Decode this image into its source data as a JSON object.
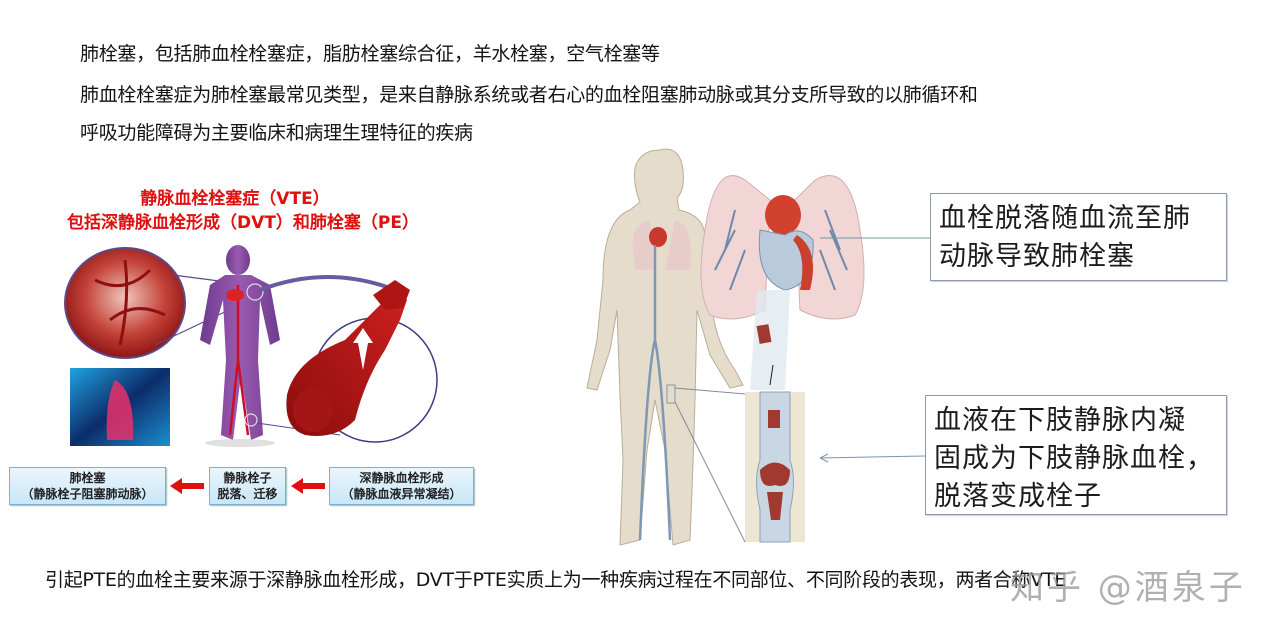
{
  "intro": {
    "line1": "肺栓塞，包括肺血栓栓塞症，脂肪栓塞综合征，羊水栓塞，空气栓塞等",
    "line2": "肺血栓栓塞症为肺栓塞最常见类型，是来自静脉系统或者右心的血栓阻塞肺动脉或其分支所导致的以肺循环和",
    "line3": "呼吸功能障碍为主要临床和病理生理特征的疾病"
  },
  "left_panel": {
    "title_line1": "静脉血栓栓塞症（VTE）",
    "title_line2": "包括深静脉血栓形成（DVT）和肺栓塞（PE）",
    "flow": [
      {
        "line1": "肺栓塞",
        "line2": "（静脉栓子阻塞肺动脉）"
      },
      {
        "line1": "静脉栓子",
        "line2": "脱落、迁移"
      },
      {
        "line1": "深静脉血栓形成",
        "line2": "（静脉血液异常凝结）"
      }
    ],
    "colors": {
      "title": "#e01010",
      "arrow": "#e01010",
      "box_border": "#7fb0cf",
      "box_fill": "#d6eefa"
    }
  },
  "right_panel": {
    "callout_top": {
      "line1": "血栓脱落随血流至肺",
      "line2": "动脉导致肺栓塞"
    },
    "callout_bottom": {
      "line1": "血液在下肢静脉内凝",
      "line2": "固成为下肢静脉血栓，",
      "line3": "脱落变成栓子"
    }
  },
  "bottom": {
    "text": "引起PTE的血栓主要来源于深静脉血栓形成，DVT于PTE实质上为一种疾病过程在不同部位、不同阶段的表现，两者合称VTE"
  },
  "watermark": "知乎 @酒泉子"
}
